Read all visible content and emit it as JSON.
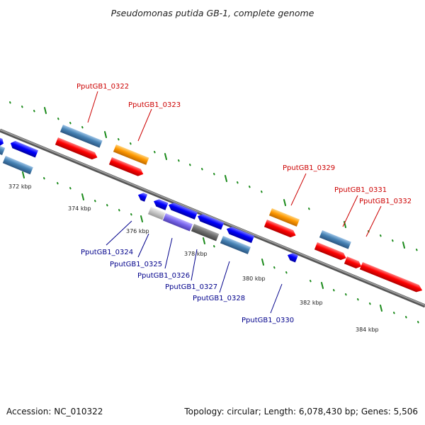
{
  "title": "Pseudomonas putida GB-1, complete genome",
  "accession": "Accession: NC_010322",
  "summary": "Topology: circular; Length: 6,078,430 bp; Genes: 5,506",
  "colors": {
    "backbone": "#7a7a7a",
    "tick": "#1a8a1a",
    "forward_cds": "#ff0000",
    "forward_gene": "#ff9900",
    "gene_blue": "#4682b4",
    "reverse_cds": "#0000ff",
    "pseudo_light": "#c8c8c8",
    "pseudo_purple": "#7b68ee",
    "pseudo_dark": "#707070",
    "label_forward": "#cc0000",
    "label_reverse": "#00008b"
  },
  "kbp_labels": [
    "372 kbp",
    "374 kbp",
    "376 kbp",
    "378 kbp",
    "380 kbp",
    "382 kbp",
    "384 kbp"
  ],
  "forward_labels": [
    "PputGB1_0322",
    "PputGB1_0323",
    "PputGB1_0329",
    "PputGB1_0331",
    "PputGB1_0332"
  ],
  "reverse_labels": [
    "PputGB1_0324",
    "PputGB1_0325",
    "PputGB1_0326",
    "PputGB1_0327",
    "PputGB1_0328",
    "PputGB1_0330"
  ]
}
